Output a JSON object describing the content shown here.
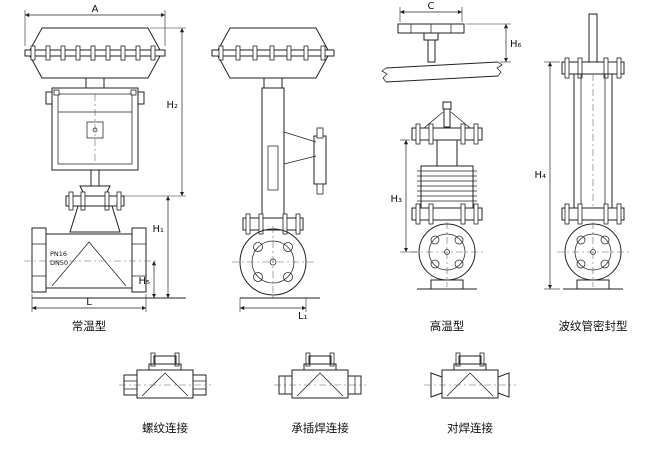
{
  "figure": {
    "background": "#ffffff",
    "ink": "#222222"
  },
  "views": [
    {
      "id": "normal-temp-front",
      "caption": "常温型",
      "dims": {
        "A": "A",
        "H2": "H₂",
        "H1": "H₁",
        "H5": "H₅",
        "L": "L"
      },
      "marks": {
        "pn": "PN16",
        "dn": "DN50"
      }
    },
    {
      "id": "normal-temp-side",
      "dims": {
        "L1": "L₁"
      }
    },
    {
      "id": "high-temp",
      "caption": "高温型",
      "dims": {
        "C": "C",
        "H6": "H₆",
        "H3": "H₃"
      }
    },
    {
      "id": "bellows-seal",
      "caption": "波纹管密封型",
      "dims": {
        "H4": "H₄"
      }
    }
  ],
  "connections": [
    {
      "id": "threaded",
      "caption": "螺纹连接"
    },
    {
      "id": "socket-weld",
      "caption": "承插焊连接"
    },
    {
      "id": "butt-weld",
      "caption": "对焊连接"
    }
  ]
}
